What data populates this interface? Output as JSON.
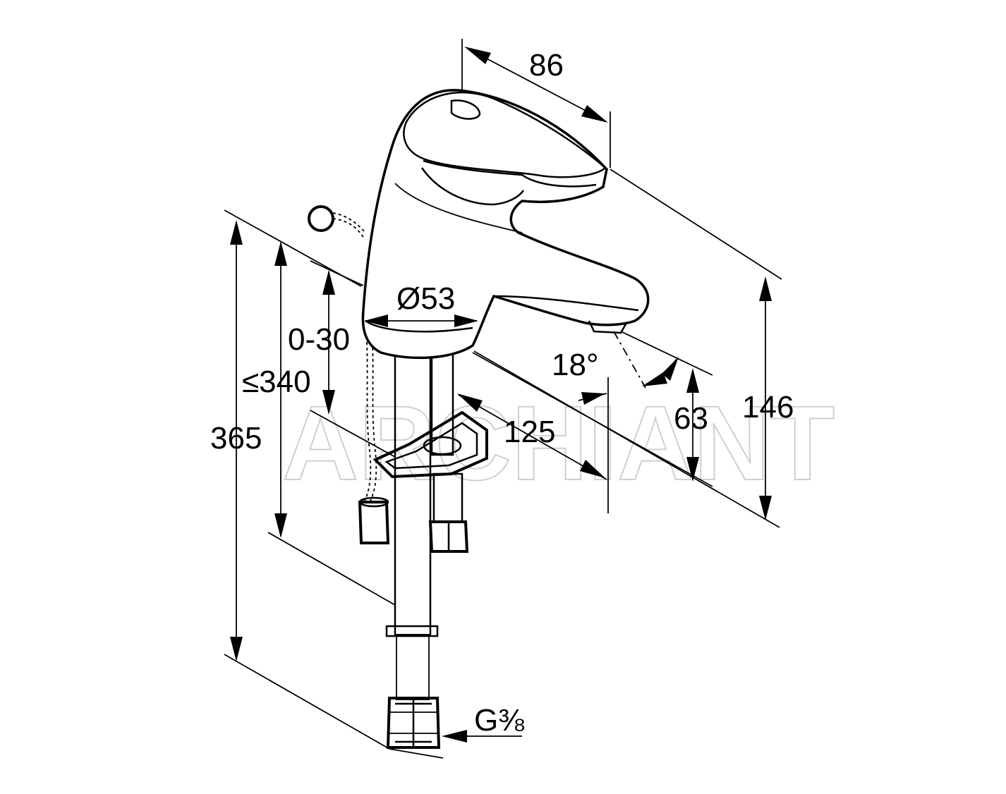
{
  "watermark": "ARCHIANT",
  "dimensions": {
    "lever_length": "86",
    "spout_diameter": "Ø53",
    "slab_range": "0-30",
    "max_depth": "≤340",
    "total_height": "365",
    "spout_angle": "18°",
    "spout_projection": "125",
    "spout_height": "63",
    "overall_height": "146",
    "connection_thread": "G⅜"
  }
}
